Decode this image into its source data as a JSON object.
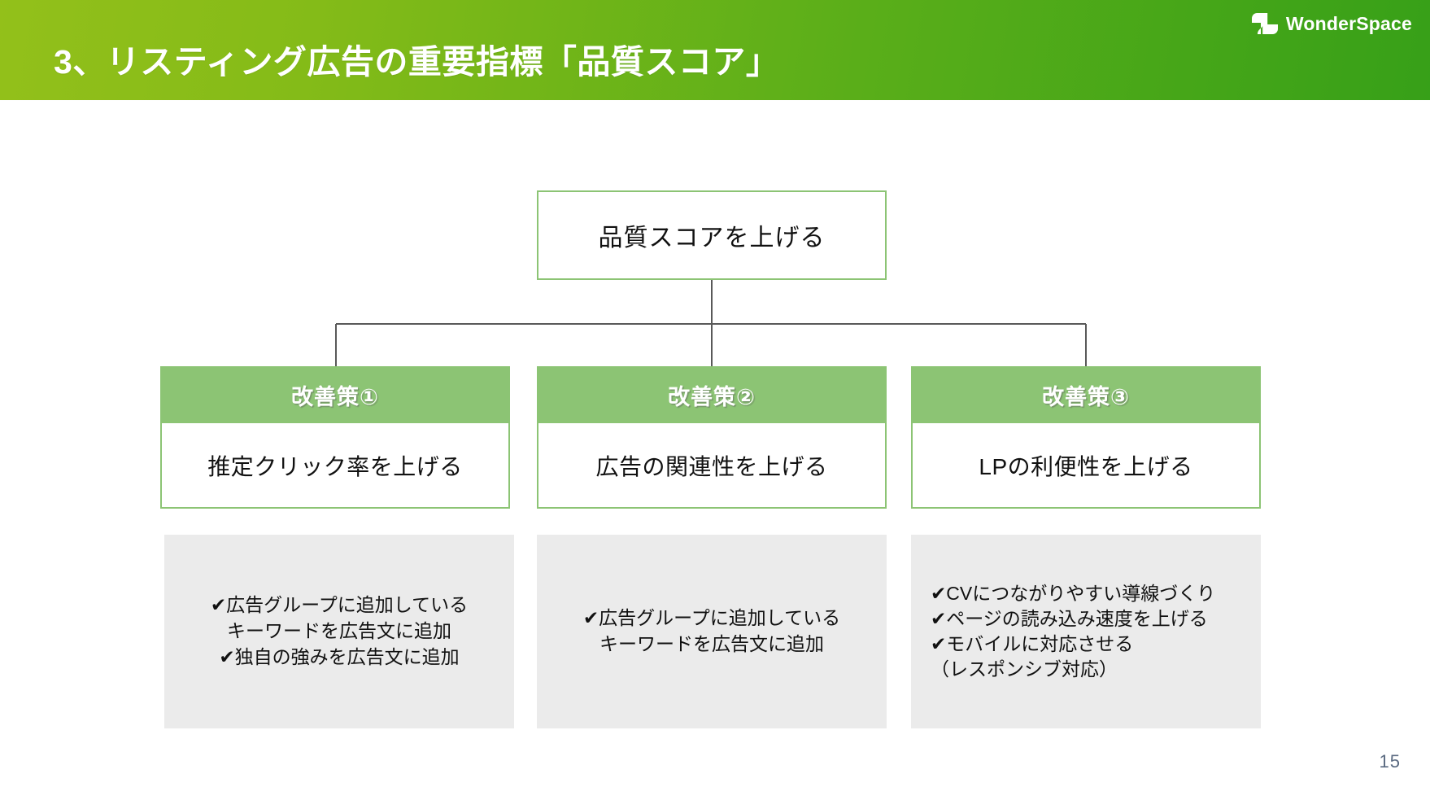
{
  "slide": {
    "page_number": "15",
    "accent_green_light": "#93c01a",
    "accent_green_dark": "#37a018",
    "node_green": "#8cc474",
    "notes_gray": "#ebebeb",
    "page_number_color": "#5b6b82"
  },
  "header": {
    "title": "3、リスティング広告の重要指標「品質スコア」",
    "logo_text": "WonderSpace",
    "logo_mark_name": "wonderspace-logo-mark"
  },
  "diagram": {
    "root": {
      "label": "品質スコアを上げる"
    },
    "branches": [
      {
        "head": "改善策①",
        "body": "推定クリック率を上げる",
        "bullets": [
          "✔広告グループに追加している\nキーワードを広告文に追加",
          "✔独自の強みを広告文に追加"
        ]
      },
      {
        "head": "改善策②",
        "body": "広告の関連性を上げる",
        "bullets": [
          "✔広告グループに追加している\nキーワードを広告文に追加"
        ]
      },
      {
        "head": "改善策③",
        "body": "LPの利便性を上げる",
        "bullets": [
          "✔CVにつながりやすい導線づくり",
          "✔ページの読み込み速度を上げる",
          "✔モバイルに対応させる\n（レスポンシブ対応）"
        ]
      }
    ]
  }
}
